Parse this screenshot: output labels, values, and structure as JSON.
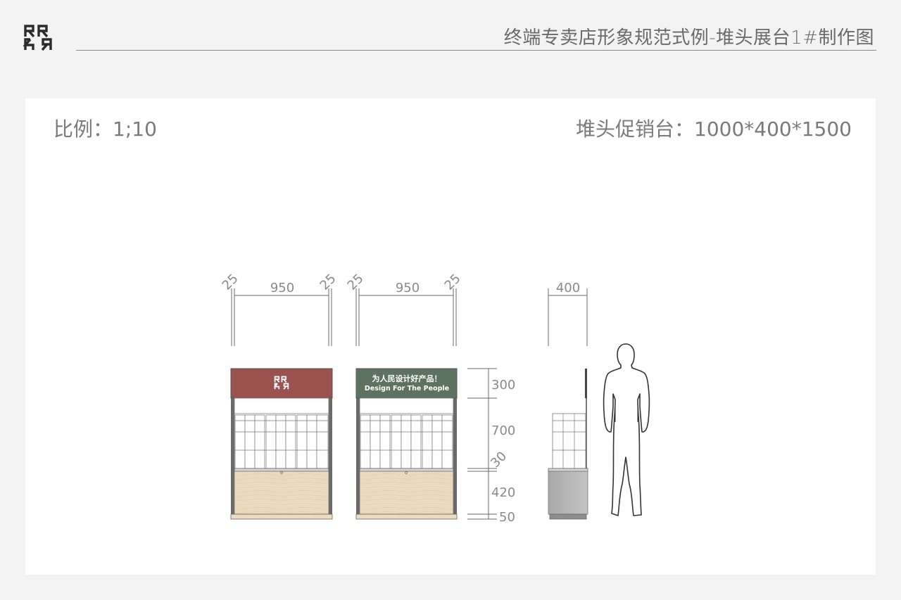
{
  "header": {
    "logo_name": "RR brand logo",
    "title": "终端专卖店形象规范式例-堆头展台1#制作图"
  },
  "sheet": {
    "scale_label": "比例：1;10",
    "spec_label": "堆头促销台：1000*400*1500"
  },
  "front_view_a": {
    "dim_left_post": "25",
    "dim_width": "950",
    "dim_right_post": "25",
    "header_color": "#9a524f"
  },
  "front_view_b": {
    "dim_left_post": "25",
    "dim_width": "950",
    "dim_right_post": "25",
    "header_color": "#5d7360",
    "slogan_cn": "为人民设计好产品！",
    "slogan_en": "Design For The People"
  },
  "side_view": {
    "dim_depth": "400"
  },
  "height_dims": {
    "header": "300",
    "shelf": "700",
    "counter_top": "30",
    "cabinet": "420",
    "base": "50"
  },
  "colors": {
    "wood": "#ecdcbf",
    "cabinet_gray": "#b8b8b8",
    "frame": "#555555"
  }
}
